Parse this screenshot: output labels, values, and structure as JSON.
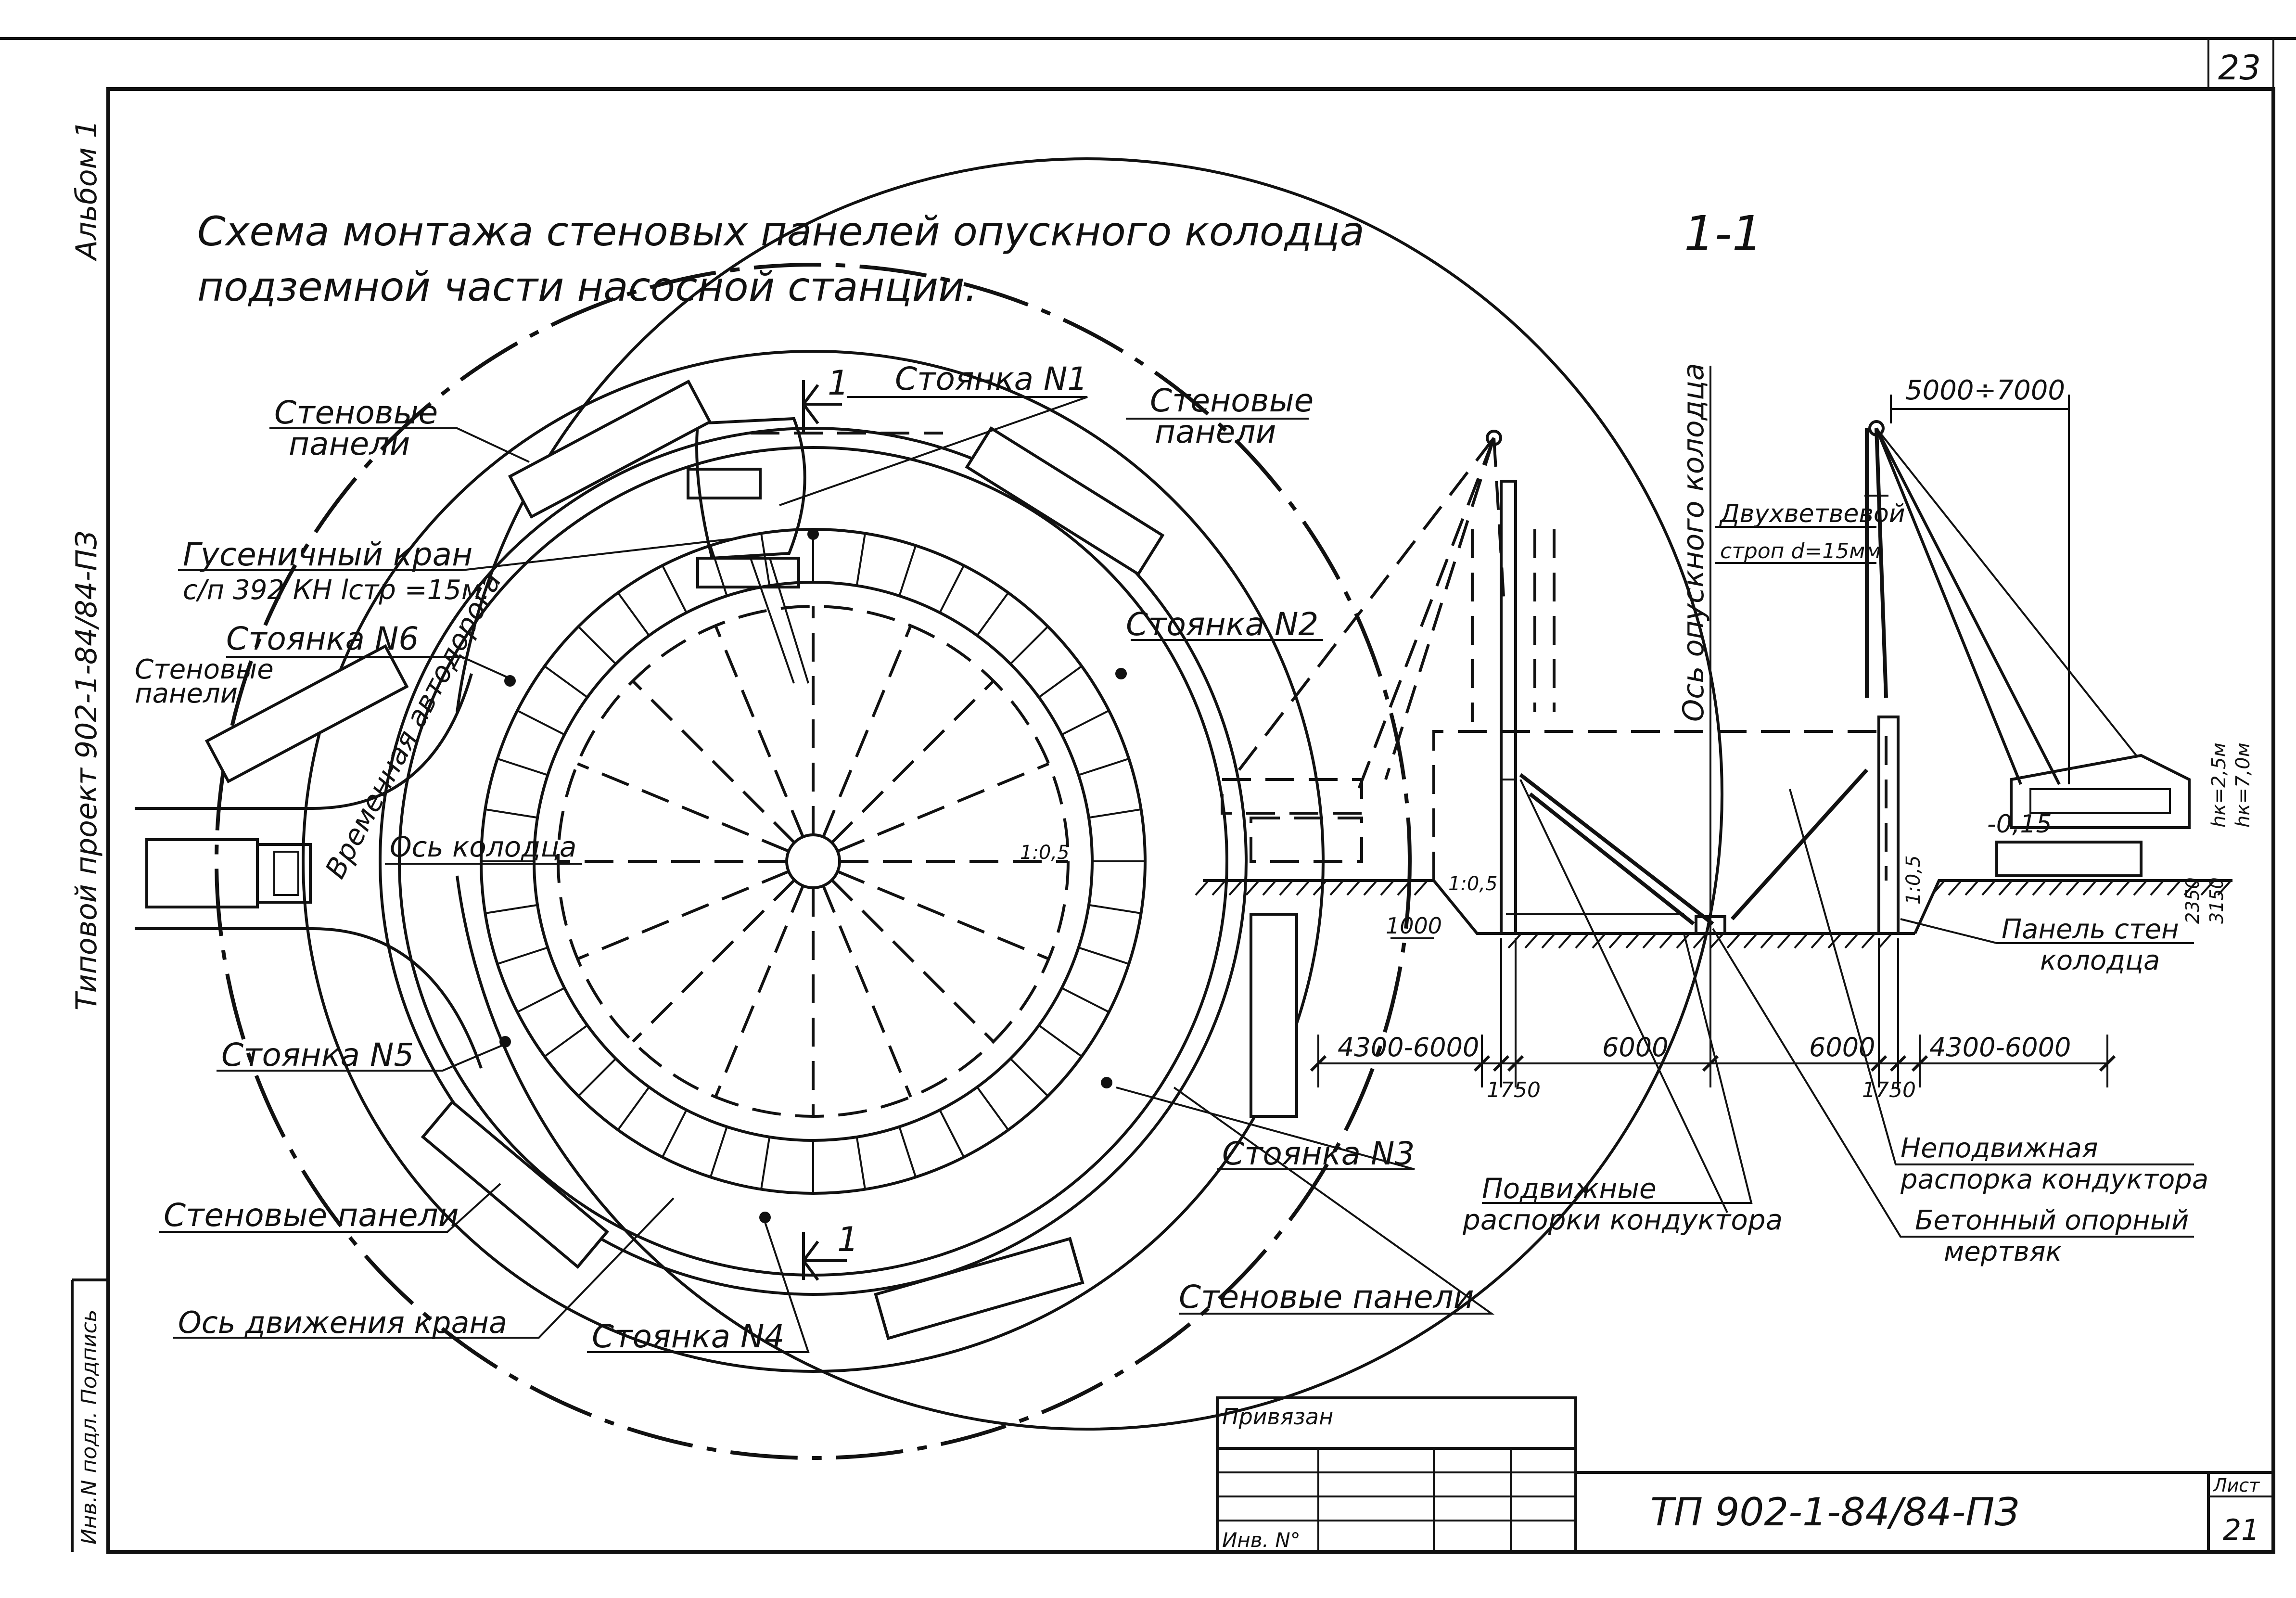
{
  "page_number": "23",
  "sheet_number": "21",
  "sheet_label": "Лист",
  "album_label": "Альбом 1",
  "side_project_label": "Типовой проект 902-1-84/84-ПЗ",
  "title": {
    "line1": "Схема монтажа стеновых панелей опускного колодца",
    "line2": "подземной части насосной станции."
  },
  "section_label": "1-1",
  "plan": {
    "labels": {
      "wall_panels_top_left": [
        "Стеновые",
        "панели"
      ],
      "wall_panels_top_right": [
        "Стеновые",
        "панели"
      ],
      "wall_panels_left": [
        "Стеновые",
        "панели"
      ],
      "wall_panels_bottom_left": "Стеновые панели",
      "wall_panels_bottom_right": "Стеновые панели",
      "crane": [
        "Гусеничный кран",
        "с/п 392 КН  lстр =15м."
      ],
      "stop_1": "Стоянка N1",
      "stop_2": "Стоянка N2",
      "stop_3": "Стоянка N3",
      "stop_4": "Стоянка N4",
      "stop_5": "Стоянка N5",
      "stop_6": "Стоянка N6",
      "temp_road": "Временная автодорога",
      "well_axis": "Ось колодца",
      "crane_axis": "Ось движения крана",
      "section_mark": "1",
      "slope": "1:0,5"
    }
  },
  "section": {
    "labels": {
      "well_axis": "Ось опускного колодца",
      "sling": [
        "Двухветвевой",
        "строп d=15мм"
      ],
      "top_dim": "5000÷7000",
      "dim_left": "4300-6000",
      "dim_mid_left": "6000",
      "dim_mid_right": "6000",
      "dim_right": "4300-6000",
      "dim_small_left": "1750",
      "dim_small_right": "1750",
      "dim_1000": "1000",
      "slope_left": "1:0,5",
      "slope_right": "1:0,5",
      "mark": "-0,15",
      "hk1": "hк=2,5м",
      "hk2": "hк=7,0м",
      "mark_side1": "2350",
      "mark_side2": "3150",
      "wall_panel": [
        "Панель стен",
        "колодца"
      ],
      "movable_struts": [
        "Подвижные",
        "распорки кондуктора"
      ],
      "fixed_strut": [
        "Неподвижная",
        "распорка кондуктора"
      ],
      "anchor": [
        "Бетонный опорный",
        "мертвяк"
      ]
    }
  },
  "title_block": {
    "tied": "Привязан",
    "inv": "Инв. N°",
    "code": "ТП 902-1-84/84-ПЗ"
  },
  "left_stamp": "Инв.N подл. Подпись"
}
